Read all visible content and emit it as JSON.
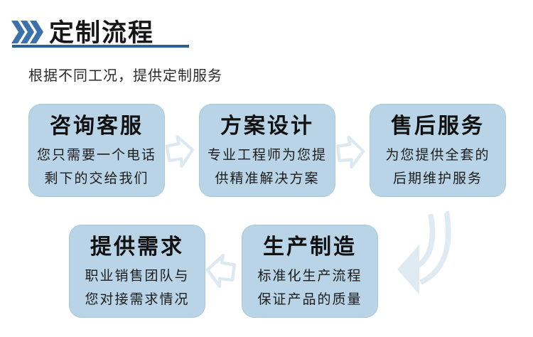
{
  "header": {
    "title": "定制流程",
    "subtitle": "根据不同工况，提供定制服务",
    "accent_color": "#3b72ab",
    "underline_color": "#2d6094"
  },
  "flow": {
    "box_fill_color": "#b8d4e6",
    "arrow_color": "#dfeaf2",
    "steps": [
      {
        "title": "咨询客服",
        "lines": [
          "您只需要一个电话",
          "剩下的交给我们"
        ]
      },
      {
        "title": "方案设计",
        "lines": [
          "专业工程师为您提",
          "供精准解决方案"
        ]
      },
      {
        "title": "售后服务",
        "lines": [
          "为您提供全套的",
          "后期维护服务"
        ]
      },
      {
        "title": "提供需求",
        "lines": [
          "职业销售团队与",
          "您对接需求情况"
        ]
      },
      {
        "title": "生产制造",
        "lines": [
          "标准化生产流程",
          "保证产品的质量"
        ]
      }
    ],
    "arrow_directions": [
      "right",
      "right",
      "curve-down-left",
      "left"
    ]
  }
}
